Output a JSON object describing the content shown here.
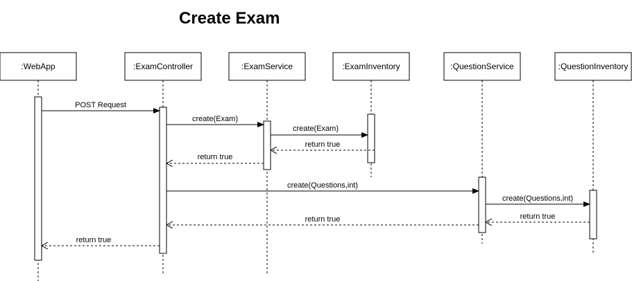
{
  "title": "Create Exam",
  "colors": {
    "stroke": "#000000",
    "fill": "#ffffff",
    "text": "#000000"
  },
  "participants": [
    {
      "id": "webapp",
      "label": ":WebApp"
    },
    {
      "id": "examcontroller",
      "label": ":ExamController"
    },
    {
      "id": "examservice",
      "label": ":ExamService"
    },
    {
      "id": "examinventory",
      "label": ":ExamInventory"
    },
    {
      "id": "questionservice",
      "label": ":QuestionService"
    },
    {
      "id": "questioninventory",
      "label": ":QuestionInventory"
    }
  ],
  "messages": [
    {
      "id": "post-request",
      "label": "POST Request",
      "from": "webapp",
      "to": "examcontroller",
      "kind": "sync"
    },
    {
      "id": "create-exam-1",
      "label": "create(Exam)",
      "from": "examcontroller",
      "to": "examservice",
      "kind": "sync"
    },
    {
      "id": "create-exam-2",
      "label": "create(Exam)",
      "from": "examservice",
      "to": "examinventory",
      "kind": "sync"
    },
    {
      "id": "return-true-1",
      "label": "return true",
      "from": "examinventory",
      "to": "examservice",
      "kind": "return"
    },
    {
      "id": "return-true-2",
      "label": "return true",
      "from": "examservice",
      "to": "examcontroller",
      "kind": "return"
    },
    {
      "id": "create-questions-1",
      "label": "create(Questions,int)",
      "from": "examcontroller",
      "to": "questionservice",
      "kind": "sync"
    },
    {
      "id": "create-questions-2",
      "label": "create(Questions,int)",
      "from": "questionservice",
      "to": "questioninventory",
      "kind": "sync"
    },
    {
      "id": "return-true-3",
      "label": "return true",
      "from": "questioninventory",
      "to": "questionservice",
      "kind": "return"
    },
    {
      "id": "return-true-4",
      "label": "return true",
      "from": "questionservice",
      "to": "examcontroller",
      "kind": "return"
    },
    {
      "id": "return-true-5",
      "label": "return true",
      "from": "examcontroller",
      "to": "webapp",
      "kind": "return"
    }
  ]
}
